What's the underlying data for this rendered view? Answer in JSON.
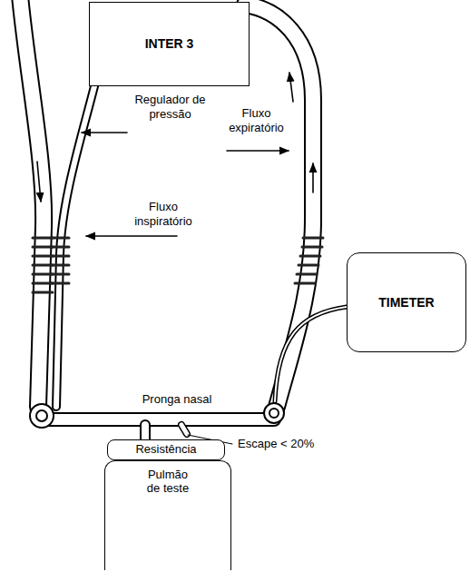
{
  "diagram": {
    "nodes": [
      {
        "text": [
          "INTER 3"
        ]
      },
      {
        "text": [
          "TIMETER"
        ]
      },
      {
        "text": [
          "Resistência"
        ]
      },
      {
        "text": [
          "Pulmão de teste"
        ]
      }
    ],
    "labels": [
      "Regulador de pressão",
      "Fluxo expiratório",
      "Fluxo inspiratório",
      "Pronga nasal",
      "Escape < 20%"
    ]
  }
}
